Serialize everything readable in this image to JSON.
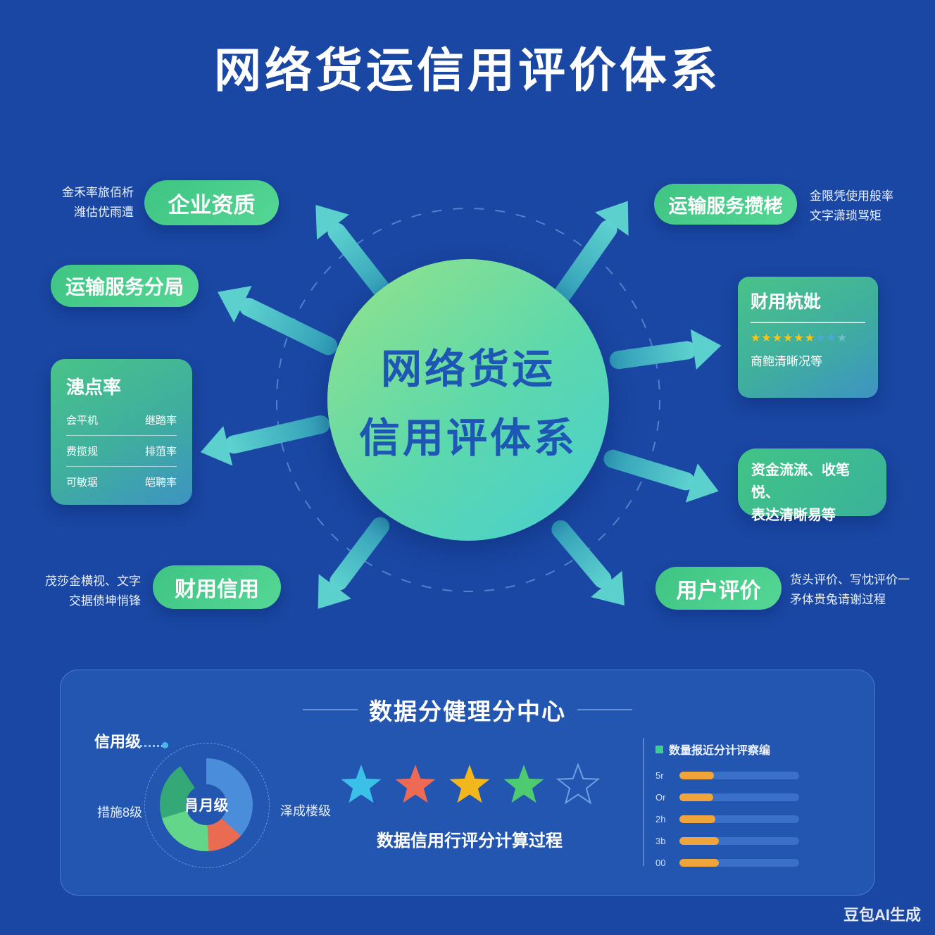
{
  "title": "网络货运信用评价体系",
  "center": {
    "line1": "网络货运",
    "line2": "信用评体系"
  },
  "nodes": {
    "enterprise": {
      "label": "企业资质",
      "note_line1": "金禾率旅佰析",
      "note_line2": "潍估优雨遭"
    },
    "transport_branch": {
      "label": "运输服务分局"
    },
    "site_rate": {
      "title": "漶点率",
      "rows": [
        {
          "left": "会平机",
          "right": "继踏率"
        },
        {
          "left": "费揽规",
          "right": "排菹率"
        },
        {
          "left": "可敏琚",
          "right": "皑聘率"
        }
      ]
    },
    "credit_finance": {
      "label": "财用信用",
      "note_line1": "茂莎金横视、文字",
      "note_line2": "交据债坤悄锋"
    },
    "transport_service": {
      "label": "运输服务攒栳",
      "note_line1": "金限凭使用般率",
      "note_line2": "文字潇琐骂矩"
    },
    "finance_rating": {
      "title": "财用杭妣",
      "caption": "商鲍清晰况等"
    },
    "funds_flow": {
      "line1": "资金流流、收笔悦、",
      "line2": "表达清晰易等"
    },
    "user_review": {
      "label": "用户评价",
      "note_line1": "货头评价、写忱评价一",
      "note_line2": "矛体贵兔请谢过程"
    }
  },
  "bottom_panel": {
    "title": "数据分健理分中心"
  },
  "watermark": "豆包AI生成",
  "chart_data": [
    {
      "type": "donut",
      "title": "信用级",
      "center_label": "肙月级",
      "left_label": "措施8级",
      "right_label": "泽成楼级",
      "segments": [
        {
          "name": "蓝色段",
          "color": "#4a8edb",
          "deg": 132
        },
        {
          "name": "橙色段",
          "color": "#e96b52",
          "deg": 45
        },
        {
          "name": "浅绿段",
          "color": "#63d689",
          "deg": 76
        },
        {
          "name": "深绿段",
          "color": "#35a878",
          "deg": 73
        }
      ],
      "gap_deg": 34,
      "legend_position": "top-left"
    },
    {
      "type": "bar",
      "orientation": "horizontal",
      "legend": "数量报近分计评察编",
      "legend_color": "#3ecf8e",
      "categories": [
        "5r",
        "Or",
        "2h",
        "3b",
        "00"
      ],
      "values_percent": [
        29,
        28,
        30,
        33,
        33
      ],
      "bar_color": "#f0a43c",
      "track_color": "#3a70c8",
      "grid": false
    },
    {
      "type": "rating",
      "context": "finance-rating-card",
      "gold_stars": 6,
      "blue_stars": 2,
      "faded_stars": 1,
      "max": 9
    },
    {
      "type": "rating",
      "context": "score-process",
      "colors": [
        "#3bc1e8",
        "#ee6a55",
        "#f3b71e",
        "#4ecb71",
        "outline"
      ],
      "caption": "数据信用行评分计算过程"
    }
  ]
}
